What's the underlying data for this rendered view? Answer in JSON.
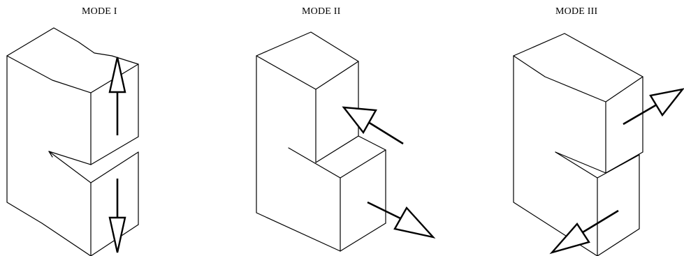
{
  "panels": [
    {
      "title": "MODE I"
    },
    {
      "title": "MODE II"
    },
    {
      "title": "MODE III"
    }
  ],
  "colors": {
    "line": "#000000",
    "background": "#ffffff"
  }
}
